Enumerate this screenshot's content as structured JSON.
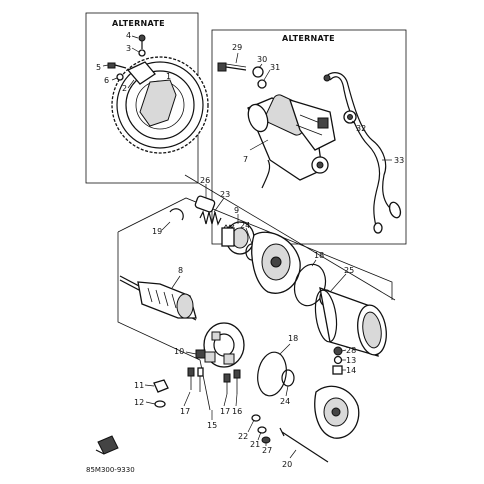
{
  "panels": {
    "left_header": "ALTERNATE",
    "right_header": "ALTERNATE"
  },
  "parts": [
    {
      "id": "p1",
      "label": "1"
    },
    {
      "id": "p2",
      "label": "2"
    },
    {
      "id": "p3",
      "label": "3"
    },
    {
      "id": "p4",
      "label": "4"
    },
    {
      "id": "p5",
      "label": "5"
    },
    {
      "id": "p6",
      "label": "6"
    },
    {
      "id": "p7",
      "label": "7"
    },
    {
      "id": "p8",
      "label": "8"
    },
    {
      "id": "p9",
      "label": "9"
    },
    {
      "id": "p10",
      "label": "10"
    },
    {
      "id": "p11",
      "label": "11"
    },
    {
      "id": "p12",
      "label": "12"
    },
    {
      "id": "p13",
      "label": "13"
    },
    {
      "id": "p14",
      "label": "14"
    },
    {
      "id": "p15",
      "label": "15"
    },
    {
      "id": "p16",
      "label": "16"
    },
    {
      "id": "p17a",
      "label": "17"
    },
    {
      "id": "p17b",
      "label": "17"
    },
    {
      "id": "p18a",
      "label": "18"
    },
    {
      "id": "p18b",
      "label": "18"
    },
    {
      "id": "p19",
      "label": "19"
    },
    {
      "id": "p20",
      "label": "20"
    },
    {
      "id": "p21",
      "label": "21"
    },
    {
      "id": "p22",
      "label": "22"
    },
    {
      "id": "p23",
      "label": "23"
    },
    {
      "id": "p24a",
      "label": "24"
    },
    {
      "id": "p24b",
      "label": "24"
    },
    {
      "id": "p25",
      "label": "25"
    },
    {
      "id": "p26",
      "label": "26"
    },
    {
      "id": "p27",
      "label": "27"
    },
    {
      "id": "p28",
      "label": "28"
    },
    {
      "id": "p29",
      "label": "29"
    },
    {
      "id": "p30",
      "label": "30"
    },
    {
      "id": "p31",
      "label": "31"
    },
    {
      "id": "p32",
      "label": "32"
    },
    {
      "id": "p33",
      "label": "33"
    }
  ],
  "figure_code": "85M300-9330"
}
